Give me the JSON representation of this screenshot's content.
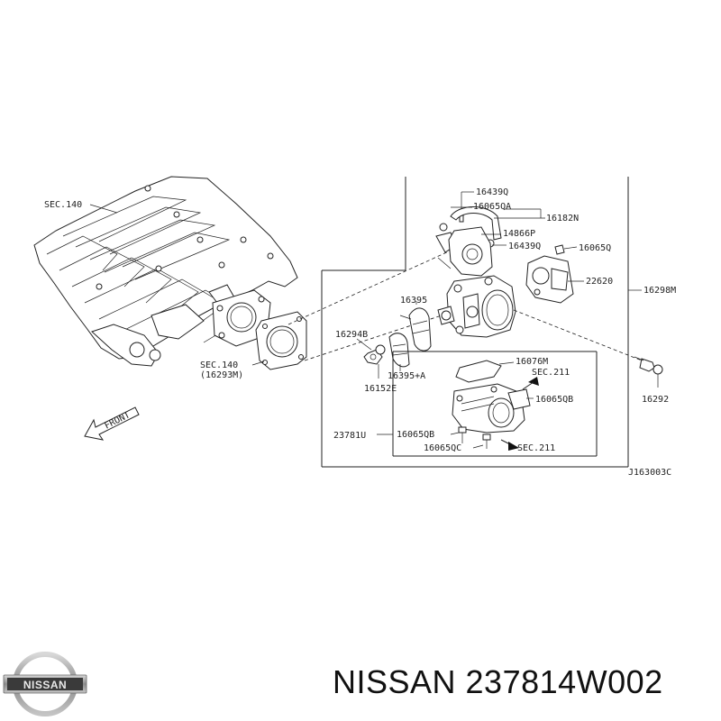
{
  "labels": {
    "sec140_top": "SEC.140",
    "front": "FRONT",
    "sec140_bottom": "SEC.140",
    "part_16293M": "(16293M)",
    "part_16439Q_top": "16439Q",
    "part_16065QA": "16065QA",
    "part_16182N": "16182N",
    "part_14866P": "14866P",
    "part_16439Q_mid": "16439Q",
    "part_16065Q": "16065Q",
    "part_22620": "22620",
    "part_16298M": "16298M",
    "part_16395": "16395",
    "part_16294B": "16294B",
    "part_16395A": "16395+A",
    "part_16152E": "16152E",
    "part_16076M": "16076M",
    "sec211_top": "SEC.211",
    "part_16065QB_right": "16065QB",
    "part_16292": "16292",
    "part_23781U": "23781U",
    "part_16065QB_left": "16065QB",
    "part_16065QC": "16065QC",
    "sec211_bottom": "SEC.211",
    "diagram_code": "J163003C"
  },
  "logo_text": "NISSAN",
  "caption": "NISSAN 237814W002"
}
